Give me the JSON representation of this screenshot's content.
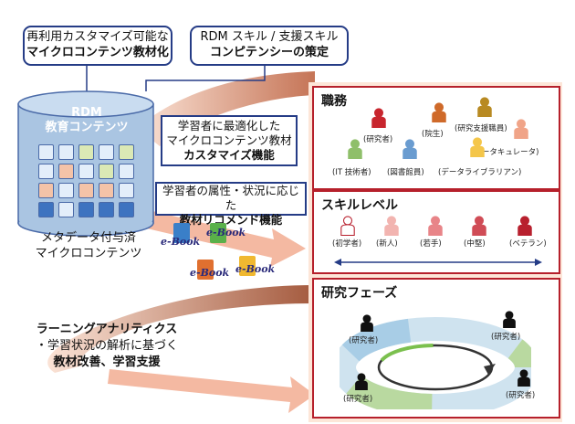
{
  "top_boxes": {
    "left_line1": "再利用カスタマイズ可能な",
    "left_line2": "マイクロコンテンツ教材化",
    "right_line1": "RDM スキル / 支援スキル",
    "right_line2": "コンピテンシーの策定"
  },
  "database": {
    "line1": "RDM",
    "line2": "教育コンテンツ"
  },
  "db_caption": {
    "line1": "メタデータ付与済",
    "line2": "マイクロコンテンツ"
  },
  "callout_custom": {
    "line1": "学習者に最適化した",
    "line2": "マイクロコンテンツ教材",
    "line3": "カスタマイズ機能"
  },
  "callout_recommend": {
    "line1": "学習者の属性・状況に応じた",
    "line2": "教材リコメンド機能"
  },
  "ebook_label": "e-Book",
  "analytics": {
    "line1": "ラーニングアナリティクス",
    "line2": "・学習状況の解析に基づく",
    "line3": "教材改善、学習支援"
  },
  "panel_duty": {
    "title": "職務",
    "people": [
      {
        "label": "(研究者)",
        "color": "#c8262e"
      },
      {
        "label": "(院生)",
        "color": "#cf6a2a"
      },
      {
        "label": "(研究支援職員)",
        "color": "#b88a22"
      },
      {
        "label": "(IT 技術者)",
        "color": "#8fbf6a"
      },
      {
        "label": "(図書館員)",
        "color": "#6a9cd0"
      },
      {
        "label": "(データキュレータ)",
        "color": "#f0a488"
      },
      {
        "label": "(データライブラリアン)",
        "color": "#f4c64a"
      }
    ]
  },
  "panel_skill": {
    "title": "スキルレベル",
    "people": [
      {
        "label": "(初学者)",
        "color": "#ffffff"
      },
      {
        "label": "(新人)",
        "color": "#f2b4b0"
      },
      {
        "label": "(若手)",
        "color": "#e88488"
      },
      {
        "label": "(中堅)",
        "color": "#d04c56"
      },
      {
        "label": "(ベテラン)",
        "color": "#b8202e"
      }
    ]
  },
  "panel_phase": {
    "title": "研究フェーズ",
    "researcher_label": "(研究者)"
  },
  "colors": {
    "navy": "#253c86",
    "panel_border": "#b6202b",
    "arrow": "#f4b9a2",
    "arrow_dark": "#c57456",
    "bg_panel": "#fde6d8"
  }
}
